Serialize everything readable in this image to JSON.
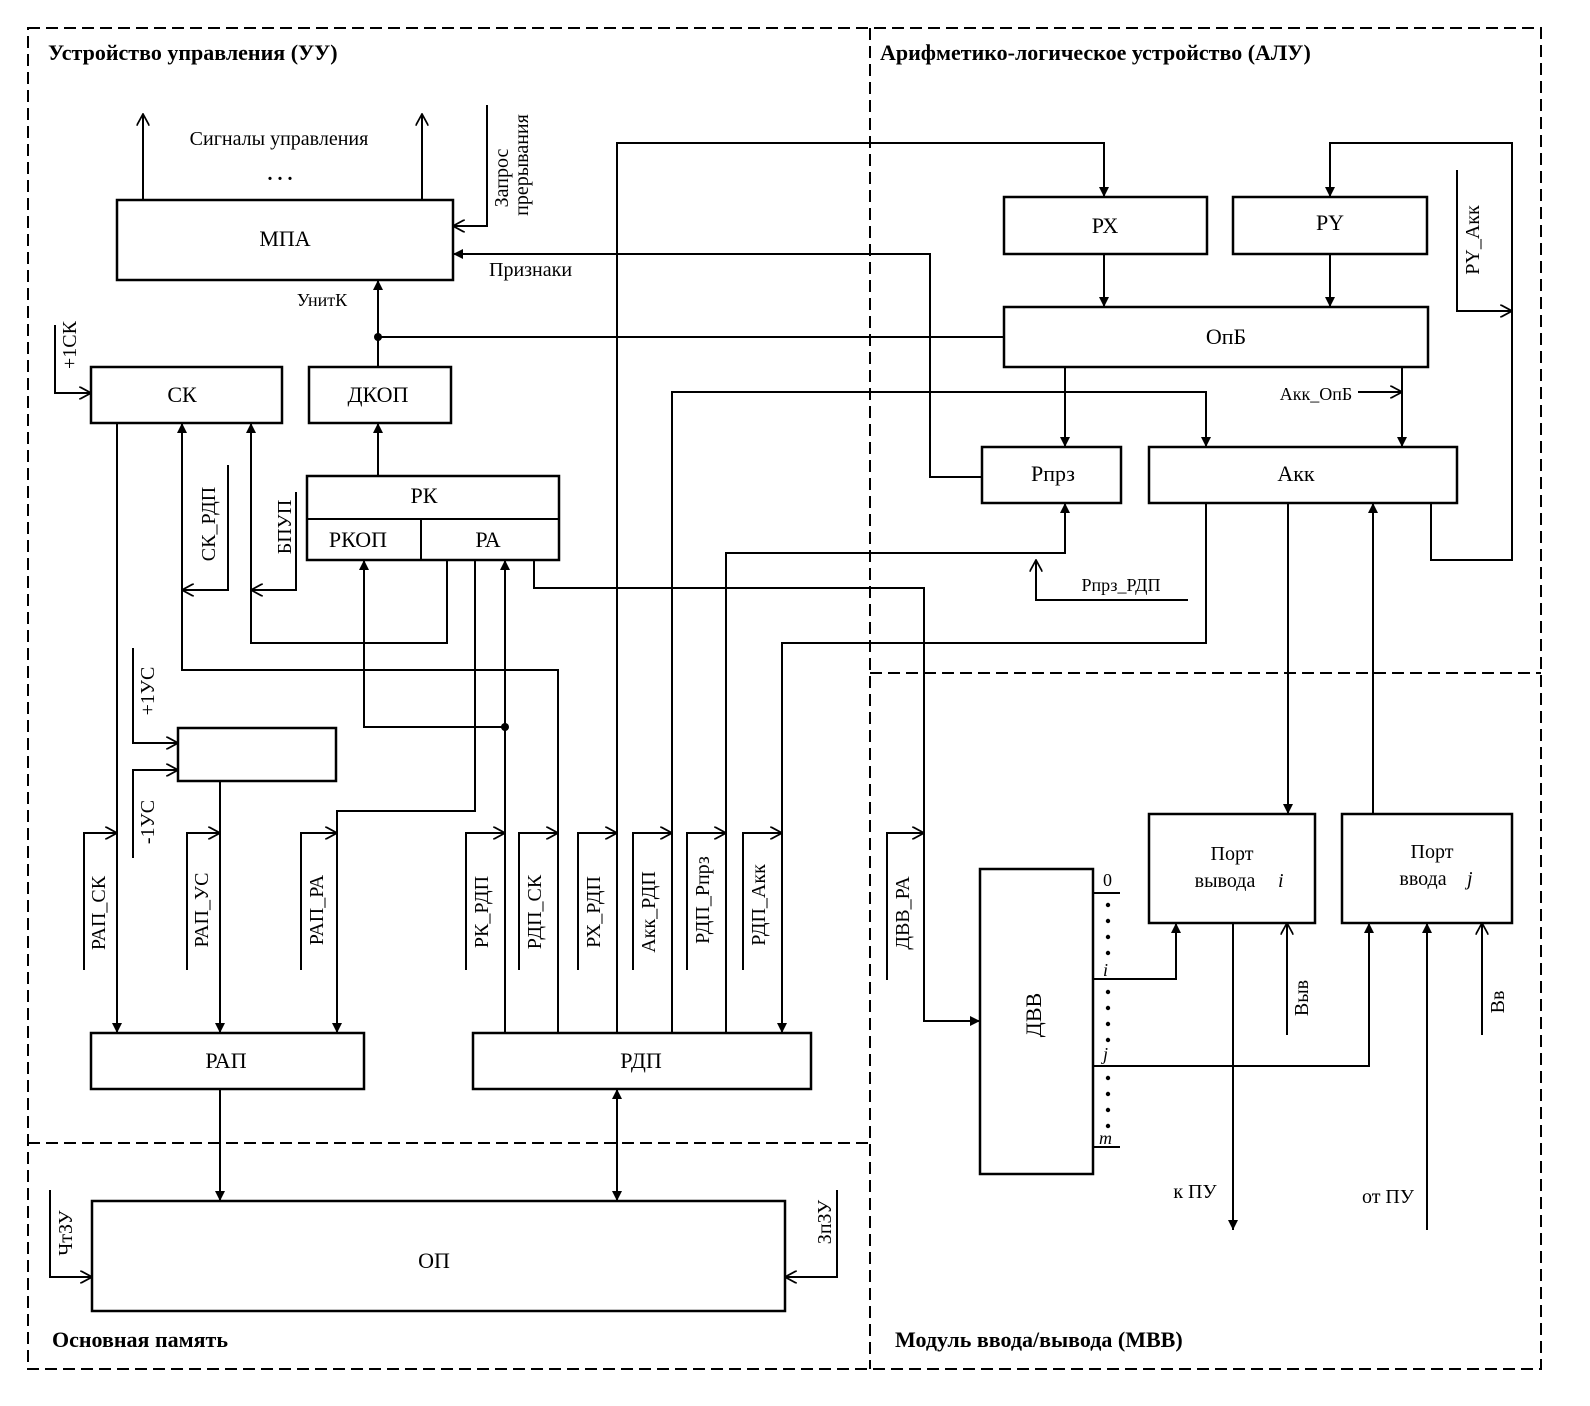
{
  "sections": {
    "control_unit": "Устройство управления (УУ)",
    "alu": "Арифметико-логическое устройство (АЛУ)",
    "main_memory": "Основная память",
    "io_module": "Модуль ввода/вывода (МВВ)"
  },
  "blocks": {
    "mpa": "МПА",
    "sk": "СК",
    "dkop": "ДКОП",
    "rk": "РК",
    "rkop": "РКОП",
    "ra": "РА",
    "rap": "РАП",
    "rdp": "РДП",
    "op": "ОП",
    "rx": "РХ",
    "ry": "РY",
    "opb": "ОпБ",
    "rprz": "Рпрз",
    "akk": "Акк",
    "dvv": "ДВВ",
    "port_out_1": "Порт",
    "port_out_2": "вывода",
    "port_out_idx": "i",
    "port_in_1": "Порт",
    "port_in_2": "ввода",
    "port_in_idx": "j"
  },
  "labels": {
    "control_signals": "Сигналы управления",
    "ellipsis": ". . .",
    "interrupt_1": "Запрос",
    "interrupt_2": "прерывания",
    "flags": "Признаки",
    "unitk": "УнитК",
    "plus1sk": "+1СК",
    "sk_rdp": "СК_РДП",
    "bpup": "БПУП",
    "plus1us": "+1УС",
    "minus1us": "-1УС",
    "rap_sk": "РАП_СК",
    "rap_us": "РАП_УС",
    "rap_ra": "РАП_РА",
    "rk_rdp": "РК_РДП",
    "rdp_sk": "РДП_СК",
    "rx_rdp": "РХ_РДП",
    "akk_rdp": "Акк_РДП",
    "rdp_rprz": "РДП_Рпрз",
    "rdp_akk": "РДП_Акк",
    "ry_akk": "РY_Акк",
    "akk_opb": "Акк_ОпБ",
    "rprz_rdp": "Рпрз_РДП",
    "dvv_ra": "ДВВ_РА",
    "chtzu": "ЧтЗУ",
    "zpzu": "ЗпЗУ",
    "vyv": "Выв",
    "vv": "Вв",
    "to_pu": "к ПУ",
    "from_pu": "от ПУ",
    "line_0": "0",
    "line_i": "i",
    "line_j": "j",
    "line_m": "m"
  }
}
